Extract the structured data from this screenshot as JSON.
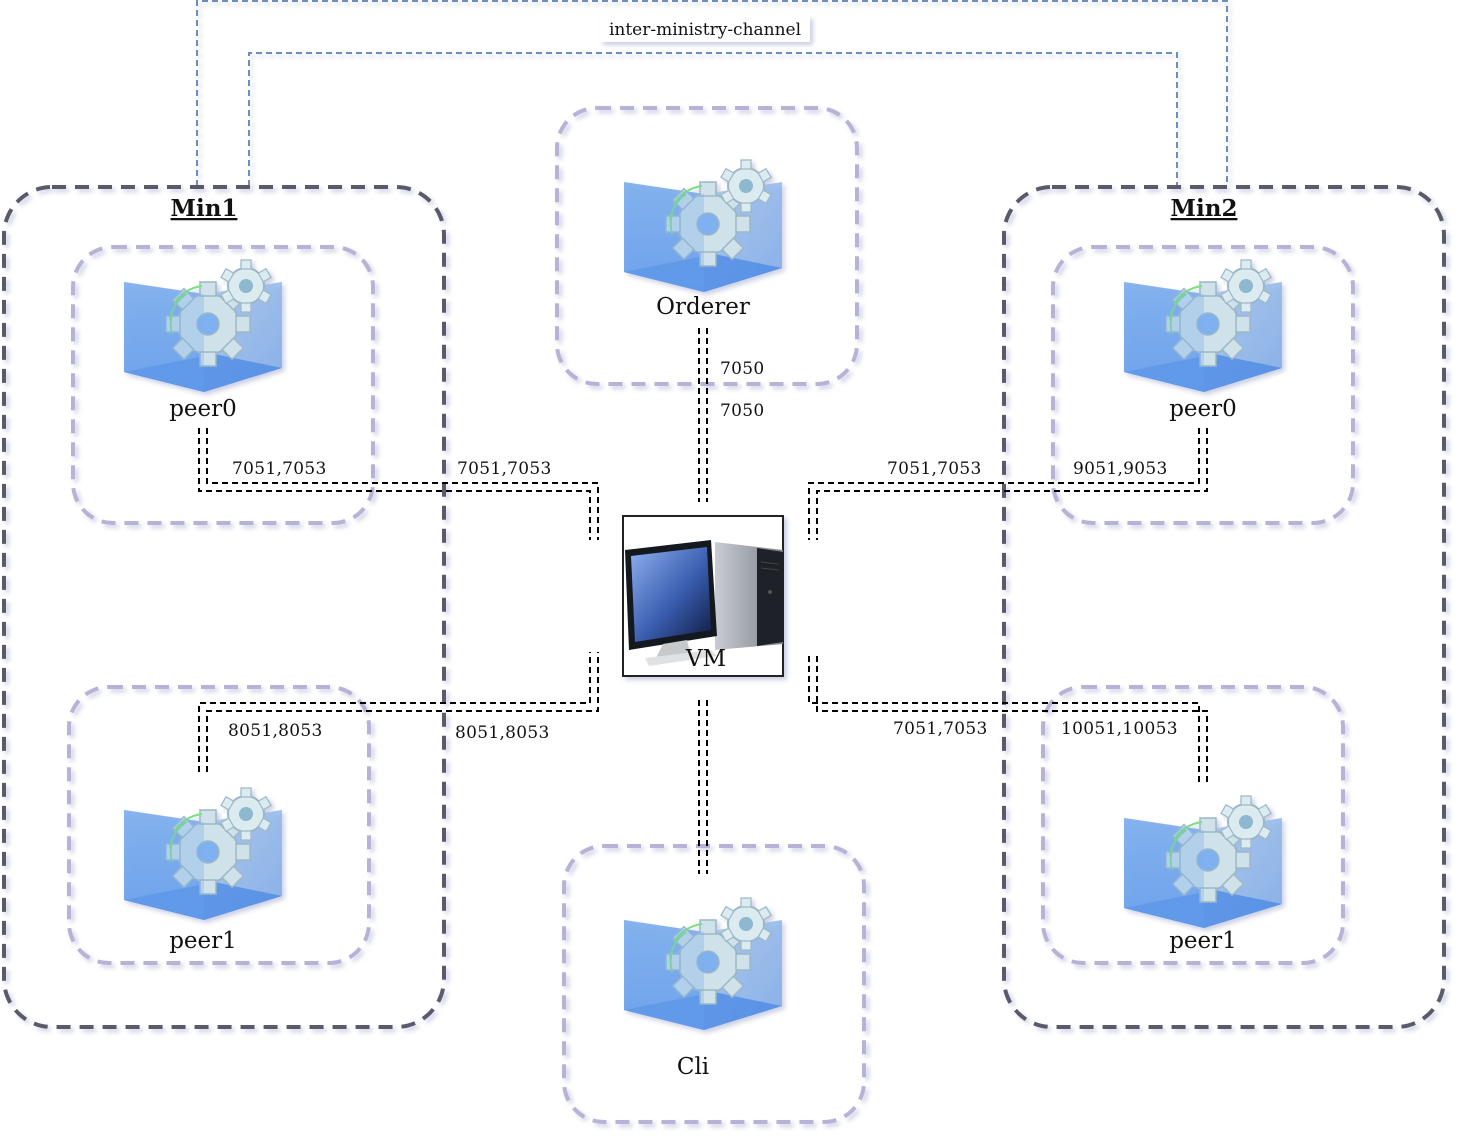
{
  "channel": {
    "label": "inter-ministry-channel",
    "color": "#6c8ebf"
  },
  "groups": [
    {
      "id": "min1",
      "label": "Min1"
    },
    {
      "id": "min2",
      "label": "Min2"
    }
  ],
  "nodes": {
    "min1_peer0": {
      "label": "peer0",
      "icon": "container-gears-icon"
    },
    "min1_peer1": {
      "label": "peer1",
      "icon": "container-gears-icon"
    },
    "orderer": {
      "label": "Orderer",
      "icon": "container-gears-icon"
    },
    "vm": {
      "label": "VM",
      "icon": "desktop-computer-icon"
    },
    "cli": {
      "label": "Cli",
      "icon": "container-gears-icon"
    },
    "min2_peer0": {
      "label": "peer0",
      "icon": "container-gears-icon"
    },
    "min2_peer1": {
      "label": "peer1",
      "icon": "container-gears-icon"
    }
  },
  "links": {
    "orderer_vm": {
      "src_port": "7050",
      "dst_port": "7050"
    },
    "min1_peer0_vm": {
      "src_port": "7051,7053",
      "dst_port": "7051,7053"
    },
    "min1_peer1_vm": {
      "src_port": "8051,8053",
      "dst_port": "8051,8053"
    },
    "min2_peer0_vm": {
      "src_port": "9051,9053",
      "dst_port": "7051,7053"
    },
    "min2_peer1_vm": {
      "src_port": "10051,10053",
      "dst_port": "7051,7053"
    }
  },
  "colors": {
    "group_border": "#5a5a6a",
    "node_border": "#b8b2d6",
    "link": "#000000",
    "channel": "#6c8ebf"
  }
}
